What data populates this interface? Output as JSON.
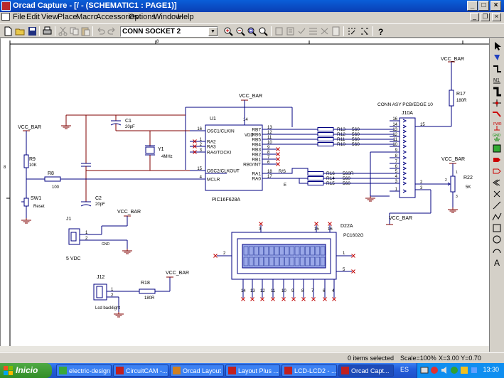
{
  "window": {
    "title": "Orcad Capture - [/ - (SCHEMATIC1 : PAGE1)]",
    "minimize_glyph": "_",
    "maximize_glyph": "□",
    "close_glyph": "×"
  },
  "menu": {
    "items": [
      "File",
      "Edit",
      "View",
      "Place",
      "Macro",
      "Accessories",
      "Options",
      "Window",
      "Help"
    ],
    "mdi_minimize": "_",
    "mdi_restore": "❐",
    "mdi_close": "×"
  },
  "toolbar": {
    "part_combo_value": "CONN SOCKET 2"
  },
  "schematic": {
    "colors": {
      "wire": "#000080",
      "bus_wire": "#800000",
      "power": "#800000",
      "text": "#000000",
      "component": "#000080",
      "nc_mark": "#c00000",
      "border": "#000000"
    },
    "border_mark": "8",
    "side_mark": "8",
    "u1": {
      "ref": "U1",
      "part": "PIC16F628A",
      "left_pins": [
        {
          "num": "16",
          "name": "OSC1/CLKIN"
        },
        {
          "num": "1",
          "name": "RA2"
        },
        {
          "num": "2",
          "name": "RA3"
        },
        {
          "num": "3",
          "name": "RA4/TOCKI"
        },
        {
          "num": "15",
          "name": "OSC2/CLKOUT"
        },
        {
          "num": "4",
          "name": "MCLR"
        }
      ],
      "right_pins": [
        {
          "num": "13",
          "name": "RB7"
        },
        {
          "num": "12",
          "name": "RB6"
        },
        {
          "num": "11",
          "name": "RB5"
        },
        {
          "num": "10",
          "name": "RB4"
        },
        {
          "num": "9",
          "name": "RB3"
        },
        {
          "num": "8",
          "name": "RB2"
        },
        {
          "num": "7",
          "name": "RB1"
        },
        {
          "num": "6",
          "name": "RB0/INT"
        },
        {
          "num": "18",
          "name": "RA1"
        },
        {
          "num": "17",
          "name": "RA0"
        }
      ],
      "vdd_label": "VDD",
      "vdd_pin": "14",
      "ra1_net": "R/S",
      "ra0_net": "E"
    },
    "power_labels": {
      "vcc": "VCC_BAR"
    },
    "components": {
      "c1": {
        "ref": "C1",
        "value": "20pF"
      },
      "c2": {
        "ref": "C2",
        "value": "20pF"
      },
      "y1": {
        "ref": "Y1",
        "value": "4MHz"
      },
      "r9": {
        "ref": "R9",
        "value": "10K"
      },
      "r8": {
        "ref": "R8",
        "value": "100"
      },
      "sw1": {
        "ref": "SW1",
        "value": "Reset"
      },
      "j1": {
        "ref": "J1",
        "value": "5 VDC",
        "pin1": "1",
        "pin2": "2",
        "net": "GND"
      },
      "j12": {
        "ref": "J12",
        "value": "Lcd backlight",
        "pin1": "1",
        "pin2": "2"
      },
      "r18": {
        "ref": "R18",
        "value": "180R"
      },
      "r17": {
        "ref": "R17",
        "value": "180R"
      },
      "r22": {
        "ref": "R22",
        "value": "5K",
        "pin1": "1",
        "pin2": "2",
        "pin3": "3"
      },
      "j10a": {
        "ref": "J10A",
        "value": "CONN ASY PCB/EDGE 10",
        "pins": [
          "16",
          "14",
          "13",
          "12",
          "11",
          "10",
          "9",
          "8",
          "7",
          "6",
          "5",
          "4",
          "3",
          "1"
        ],
        "out_pin": "15",
        "pin2": "2",
        "pin3": "3"
      },
      "d22a": {
        "ref": "D22A",
        "value": "PC1602G",
        "top_pins": [
          "3",
          "15",
          "16"
        ],
        "left_pin": "2",
        "right_pins": [
          "1",
          "5"
        ],
        "bottom_pins": [
          "14",
          "13",
          "12",
          "11",
          "10",
          "9",
          "8",
          "7",
          "6",
          "4"
        ]
      }
    },
    "resistors": [
      {
        "ref": "R13",
        "value": "560"
      },
      {
        "ref": "R12",
        "value": "560"
      },
      {
        "ref": "R11",
        "value": "560"
      },
      {
        "ref": "R10",
        "value": "560"
      },
      {
        "ref": "R16",
        "value": "560R"
      },
      {
        "ref": "R14",
        "value": "560"
      },
      {
        "ref": "R15",
        "value": "560"
      }
    ]
  },
  "statusbar": {
    "items_selected": "0 items selected",
    "scale": "Scale=100%",
    "coords": "X=3.00  Y=0.70"
  },
  "taskbar": {
    "start_label": "Inicio",
    "tasks": [
      {
        "label": "electric-design",
        "icon_color": "#3aa83a"
      },
      {
        "label": "CircuitCAM -...",
        "icon_color": "#c02020"
      },
      {
        "label": "Orcad Layout",
        "icon_color": "#d08020"
      },
      {
        "label": "Layout Plus ...",
        "icon_color": "#c02020"
      },
      {
        "label": "LCD-LCD2 - ...",
        "icon_color": "#c02020"
      },
      {
        "label": "Orcad Capt...",
        "icon_color": "#c02020"
      }
    ],
    "language": "ES",
    "clock": "13:30"
  }
}
